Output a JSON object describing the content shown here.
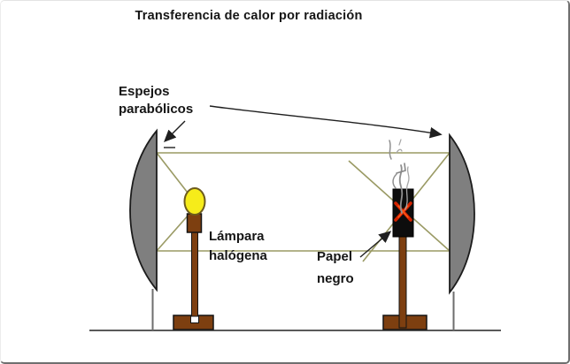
{
  "title": "Transferencia de calor por radiación",
  "labels": {
    "mirrors_line1": "Espejos",
    "mirrors_line2": "parabólicos",
    "lamp_line1": "Lámpara",
    "lamp_line2": "halógena",
    "paper_line1": "Papel",
    "paper_line2": "negro"
  },
  "colors": {
    "ray": "#9a9a64",
    "mirror": "#7f7f7f",
    "mirror_outline": "#1c1c1c",
    "wood": "#7d3f10",
    "wood_outline": "#141414",
    "bulb": "#f6ec1a",
    "bulb_outline": "#6d5b1d",
    "paper": "#0d0d0d",
    "flame": "#d42300",
    "flame_highlight": "#ff5a1a",
    "smoke": "#8f8f8f",
    "smoke_light": "#a6a6a6",
    "arrow": "#1f1f1f",
    "table": "#5a5a5a",
    "stand": "#6e6e6e",
    "frame": "#6f6f6f"
  }
}
